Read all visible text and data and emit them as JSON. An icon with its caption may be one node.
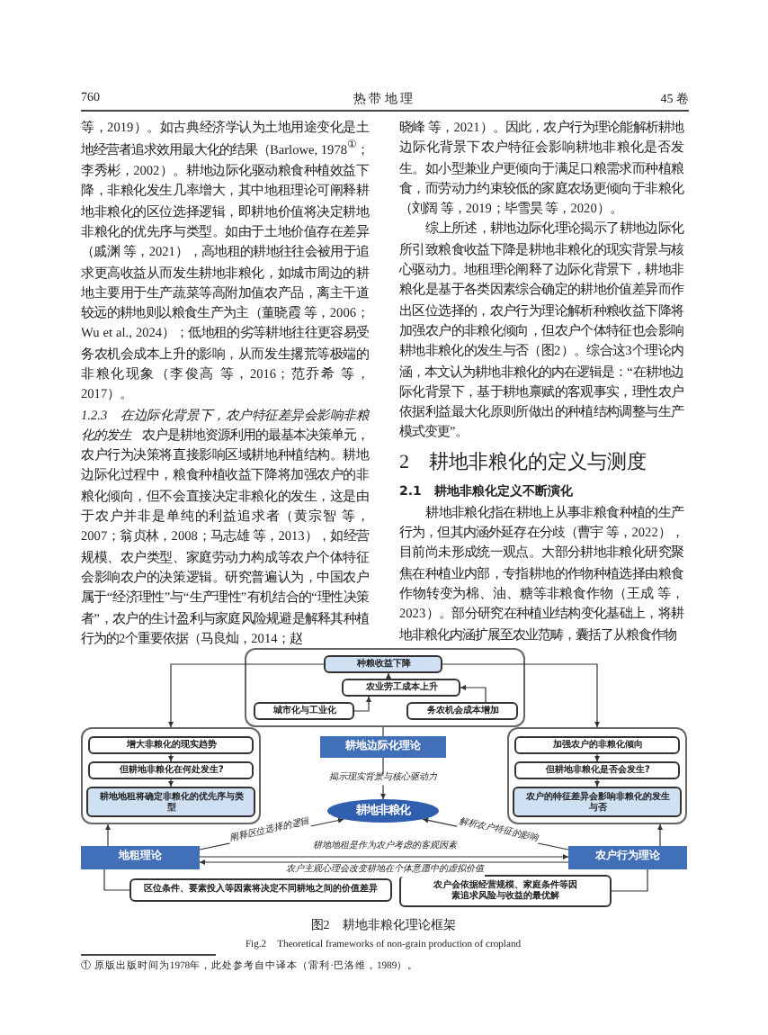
{
  "diagram": {
    "caption": "图2　耕地非粮化理论框架",
    "nodes": [
      {
        "text": [],
        "shape": "box"
      },
      {
        "text": [
          "种粮收益下降"
        ],
        "in": 0
      },
      {
        "text": [
          "农业劳工成本上升"
        ],
        "in": 0
      },
      {
        "text": [
          "城市化与工业化"
        ],
        "in": 0
      },
      {
        "text": [
          "务农机会成本增加"
        ],
        "in": 0
      },
      {
        "text": [
          "耕地边际化理论"
        ]
      },
      {
        "text": [],
        "shape": "box"
      },
      {
        "text": [
          "增大非粮化的现实趋势"
        ],
        "in": 6
      },
      {
        "text": [
          "但耕地非粮化在何处发生?"
        ],
        "in": 6
      },
      {
        "text": [
          "耕地地租将确定非粮化的优先序与类型"
        ],
        "in": 6
      },
      {
        "text": [],
        "shape": "box"
      },
      {
        "text": [
          "加强农户的非粮化倾向"
        ],
        "in": 10
      },
      {
        "text": [
          "但耕地非粮化是否会发生?"
        ],
        "in": 10
      },
      {
        "text": [
          "农户的特征差异会影响非粮化的发生与否"
        ],
        "in": 10
      },
      {
        "text": [
          "耕地非粮化"
        ]
      },
      {
        "text": [
          "地租理论"
        ]
      },
      {
        "text": [
          "农户行为理论"
        ]
      },
      {
        "text": [
          "区位条件、要素投入等因素将决定不同耕地之间的价值差异"
        ]
      },
      {
        "text": [
          "农户会依据经营规模、家庭条件等因素追求风险与收益的最优解"
        ]
      }
    ],
    "edges": [
      {
        "from": 2,
        "to": 1,
        "arrow": "to"
      },
      {
        "from": 3,
        "to": 2,
        "arrow": "to"
      },
      {
        "from": 4,
        "to": 2,
        "arrow": "to"
      },
      {
        "from": 1,
        "to": 6,
        "arrow": "to"
      },
      {
        "from": 1,
        "to": 10,
        "arrow": "to"
      },
      {
        "from": 0,
        "to": 5,
        "arrow": "none"
      },
      {
        "from": 7,
        "to": 8,
        "arrow": "to"
      },
      {
        "from": 8,
        "to": 9,
        "arrow": "to"
      },
      {
        "from": 11,
        "to": 12,
        "arrow": "to"
      },
      {
        "from": 12,
        "to": 13,
        "arrow": "to"
      },
      {
        "from": 15,
        "to": 6,
        "arrow": "to"
      },
      {
        "from": 16,
        "to": 10,
        "arrow": "to"
      },
      {
        "from": 5,
        "to": 14,
        "arrow": "to",
        "label": "揭示现实背景与核心驱动力"
      },
      {
        "from": 15,
        "to": 14,
        "arrow": "to",
        "label": "阐释区位选择的逻辑"
      },
      {
        "from": 16,
        "to": 14,
        "arrow": "to",
        "label": "解析农户特征的影响"
      },
      {
        "from": 15,
        "to": 16,
        "arrow": "to",
        "label": "耕地地租是作为农户考虑的客观因素"
      },
      {
        "from": 16,
        "to": 15,
        "arrow": "to",
        "label": "农户主观心理会改变耕地在个体意愿中的虚拟价值"
      },
      {
        "from": 15,
        "to": 17,
        "arrow": "none"
      },
      {
        "from": 16,
        "to": 18,
        "arrow": "none"
      }
    ],
    "labels": [
      "760",
      "热 带 地 理",
      "45 卷",
      "等，2019）。如古典经济学认为土地用途变化是土地经营者追求效用最大化的结果（Barlowe, 1978$^{①}$；李秀彬，2002）。耕地边际化驱动粮食种植效益下降，非粮化发生几率增大，其中地租理论可阐释耕地非粮化的区位选择逻辑，即耕地价值将决定耕地非粮化的优先序与类型。如由于土地价值存在差异（戚渊 等，2021），高地租的耕地往往会被用于追求更高收益从而发生耕地非粮化，如城市周边的耕地主要用于生产蔬菜等高附加值农产品，离主干道较远的耕地则以粮食生产为主（董晓霞 等，2006；Wu et al., 2024）；低地租的劣等耕地往往更容易受务农机会成本上升的影响，从而发生撂荒等极端的非粮化现象（李俊高 等，2016；范乔希 等，2017）。",
      "1.2.3　在边际化背景下，农户特征差异会影响非粮化的发生",
      "农户是耕地资源利用的最基本决策单元，农户行为决策将直接影响区域耕地种植结构。耕地边际化过程中，粮食种植收益下降将加强农户的非粮化倾向，但不会直接决定非粮化的发生，这是由于农户并非是单纯的利益追求者（黄宗智 等，2007；翁贞林，2008；马志雄 等，2013），如经营规模、农户类型、家庭劳动力构成等农户个体特征会影响农户的决策逻辑。研究普遍认为，中国农户属于“经济理性”与“生产理性”有机结合的“理性决策者”，农户的生计盈利与家庭风险规避是解释其种植行为的2个重要依据（马良灿，2014；赵",
      "晓峰 等，2021）。因此，农户行为理论能解析耕地边际化背景下农户特征会影响耕地非粮化是否发生。如小型兼业户更倾向于满足口粮需求而种植粮食，而劳动力约束较低的家庭农场更倾向于非粮化（刘阔 等，2019；毕雪昊 等，2020）。",
      "综上所述，耕地边际化理论揭示了耕地边际化所引致粮食收益下降是耕地非粮化的现实背景与核心驱动力。地租理论阐释了边际化背景下，耕地非粮化是基于各类因素综合确定的耕地价值差异而作出区位选择的，农户行为理论解析种粮收益下降将加强农户的非粮化倾向，但农户个体特征也会影响耕地非粮化的发生与否（图2）。综合这3个理论内涵，本文认为耕地非粮化的内在逻辑是：“在耕地边际化背景下，基于耕地禀赋的客观事实，理性农户依据利益最大化原则所做出的种植结构调整与生产模式变更”。",
      "2　耕地非粮化的定义与测度",
      "2.1　耕地非粮化定义不断演化",
      "耕地非粮化指在耕地上从事非粮食种植的生产行为，但其内涵外延存在分歧（曹宇 等，2022），目前尚未形成统一观点。大部分耕地非粮化研究聚焦在种植业内部，专指耕地的作物种植选择由粮食作物转变为棉、油、糖等非粮食作物（王成 等，2023）。部分研究在种植业结构变化基础上，将耕地非粮化内涵扩展至农业范畴，囊括了从粮食作物",
      "Fig.2　Theoretical frameworks of non-grain production of cropland",
      "① 原版出版时间为1978年，此处参考自中译本（雷利·巴洛维，1989）。"
    ]
  }
}
